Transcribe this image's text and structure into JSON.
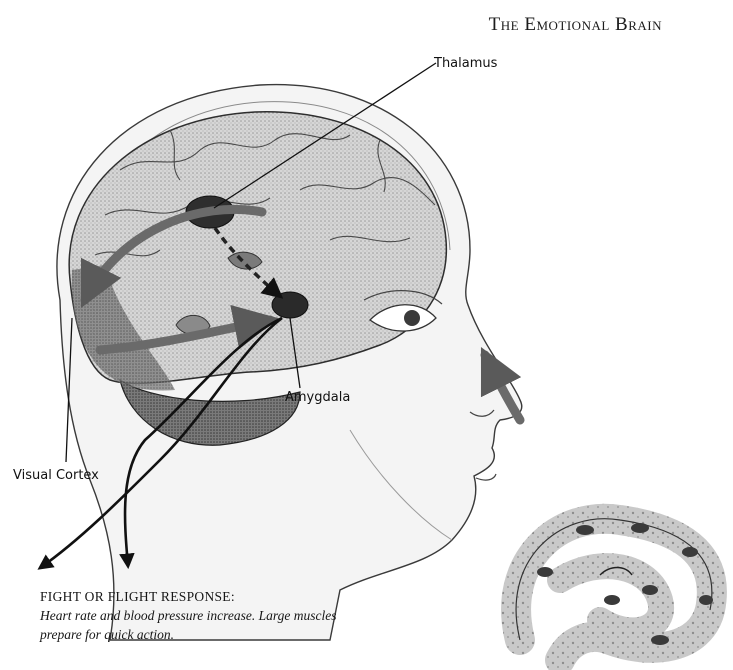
{
  "title": "The Emotional Brain",
  "labels": {
    "thalamus": "Thalamus",
    "amygdala": "Amygdala",
    "visual_cortex": "Visual Cortex"
  },
  "caption": {
    "heading": "FIGHT OR FLIGHT RESPONSE:",
    "body": "Heart rate and blood pressure increase. Large muscles prepare for quick action."
  }
}
